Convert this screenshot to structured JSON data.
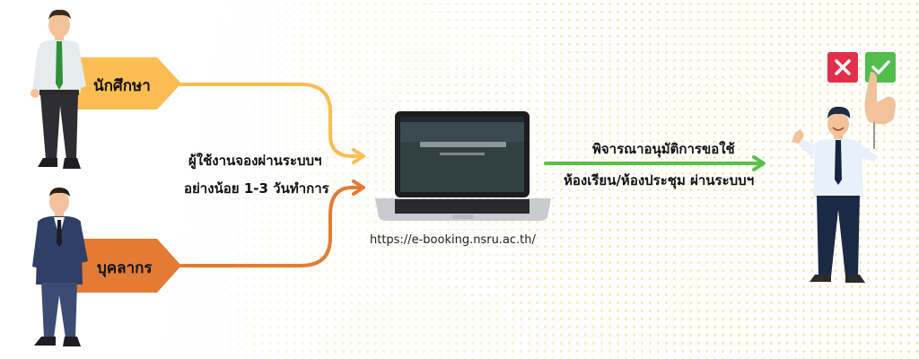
{
  "roles": {
    "student": "นักศึกษา",
    "staff": "บุคลากร"
  },
  "note": {
    "line1": "ผู้ใช้งานจองผ่านระบบฯ",
    "line2": "อย่างน้อย 1-3 วันทำการ"
  },
  "url": "https://e-booking.nsru.ac.th/",
  "approval": {
    "line1": "พิจารณาอนุมัติการขอใช้",
    "line2": "ห้องเรียน/ห้องประชุม ผ่านระบบฯ"
  },
  "colors": {
    "student_tag": "#fbbd52",
    "staff_tag": "#e37b35",
    "arrow_student": "#fbbd52",
    "arrow_staff": "#e37b35",
    "arrow_approve": "#5cbf4c",
    "reject": "#e2304a",
    "accept": "#4fbe4a"
  },
  "icons": {
    "reject": "close-icon",
    "accept": "check-icon"
  }
}
